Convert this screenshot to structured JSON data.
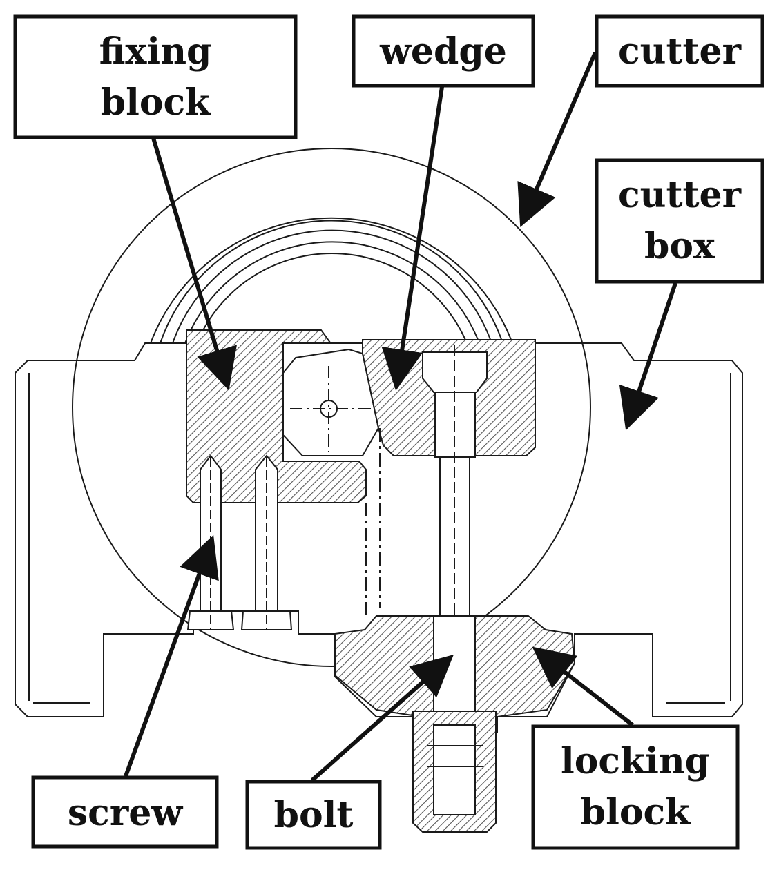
{
  "diagram": {
    "labels": {
      "fixing_block": [
        "fixing",
        "block"
      ],
      "wedge": [
        "wedge"
      ],
      "cutter": [
        "cutter"
      ],
      "cutter_box": [
        "cutter",
        "box"
      ],
      "screw": [
        "screw"
      ],
      "bolt": [
        "bolt"
      ],
      "locking_block": [
        "locking",
        "block"
      ]
    },
    "colors": {
      "line": "#1a1a1a",
      "hatch": "#555555",
      "background": "#ffffff"
    }
  }
}
